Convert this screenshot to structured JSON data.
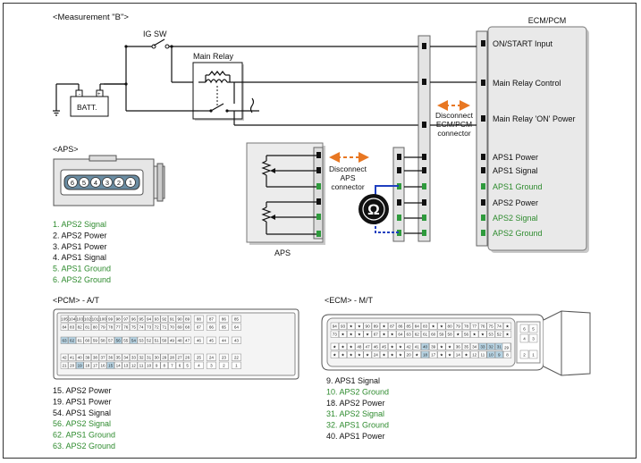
{
  "title": "<Measurement \"B\">",
  "ig_sw": "IG SW",
  "main_relay": "Main Relay",
  "batt": "BATT.",
  "ecm_header": "ECM/PCM",
  "ecm_pins": [
    {
      "label": "ON/START Input",
      "green": false
    },
    {
      "label": "Main Relay Control",
      "green": false
    },
    {
      "label": "Main Relay 'ON' Power",
      "green": false
    },
    {
      "label": "APS1 Power",
      "green": false
    },
    {
      "label": "APS1 Signal",
      "green": false
    },
    {
      "label": "APS1 Ground",
      "green": true
    },
    {
      "label": "APS2 Power",
      "green": false
    },
    {
      "label": "APS2 Signal",
      "green": true
    },
    {
      "label": "APS2 Ground",
      "green": true
    }
  ],
  "disconnect_ecm": [
    "Disconnect",
    "ECM/PCM",
    "connector"
  ],
  "disconnect_aps": [
    "Disconnect",
    "APS",
    "connector"
  ],
  "aps_label": "APS",
  "ohm_symbol": "Ω",
  "aps_connector": {
    "title": "<APS>",
    "pin_numbers": [
      "6",
      "5",
      "4",
      "3",
      "2",
      "1"
    ],
    "legend": [
      {
        "text": "1. APS2 Signal",
        "green": true
      },
      {
        "text": "2. APS2 Power",
        "green": false
      },
      {
        "text": "3. APS1 Power",
        "green": false
      },
      {
        "text": "4. APS1 Signal",
        "green": false
      },
      {
        "text": "5. APS1 Ground",
        "green": true
      },
      {
        "text": "6. APS2 Ground",
        "green": true
      }
    ]
  },
  "pcm_connector": {
    "title": "<PCM> - A/T",
    "rows": [
      [
        "105",
        "104",
        "103",
        "102",
        "101",
        "100",
        "99",
        "98",
        "97",
        "96",
        "95",
        "94",
        "93",
        "92",
        "91",
        "90",
        "89",
        "",
        "88",
        "",
        "87",
        "",
        "86",
        "",
        "85"
      ],
      [
        "84",
        "83",
        "82",
        "81",
        "80",
        "79",
        "78",
        "77",
        "76",
        "75",
        "74",
        "73",
        "72",
        "71",
        "70",
        "69",
        "68",
        "",
        "67",
        "",
        "66",
        "",
        "65",
        "",
        "64"
      ],
      [
        "63",
        "62",
        "61",
        "60",
        "59",
        "58",
        "57",
        "56",
        "55",
        "54",
        "53",
        "52",
        "51",
        "50",
        "49",
        "48",
        "47",
        "",
        "46",
        "",
        "45",
        "",
        "44",
        "",
        "43"
      ],
      [
        "42",
        "41",
        "40",
        "39",
        "38",
        "37",
        "36",
        "35",
        "34",
        "33",
        "32",
        "31",
        "30",
        "29",
        "28",
        "27",
        "26",
        "",
        "25",
        "",
        "24",
        "",
        "23",
        "",
        "22"
      ],
      [
        "21",
        "20",
        "19",
        "18",
        "17",
        "16",
        "15",
        "14",
        "13",
        "12",
        "11",
        "10",
        "9",
        "8",
        "7",
        "6",
        "5",
        "",
        "4",
        "",
        "3",
        "",
        "2",
        "",
        "1"
      ]
    ],
    "highlighted": [
      "63",
      "62",
      "56",
      "54",
      "19",
      "15"
    ],
    "legend": [
      {
        "text": "15. APS2 Power",
        "green": false
      },
      {
        "text": "19. APS1 Power",
        "green": false
      },
      {
        "text": "54. APS1 Signal",
        "green": false
      },
      {
        "text": "56. APS2 Signal",
        "green": true
      },
      {
        "text": "62. APS1 Ground",
        "green": true
      },
      {
        "text": "63. APS2 Ground",
        "green": true
      }
    ]
  },
  "ecm_connector": {
    "title": "<ECM> - M/T",
    "rows": [
      [
        "94",
        "93",
        "★",
        "★",
        "90",
        "89",
        "★",
        "87",
        "86",
        "85",
        "84",
        "83",
        "★",
        "★",
        "80",
        "79",
        "78",
        "77",
        "76",
        "75",
        "74",
        "★"
      ],
      [
        "73",
        "★",
        "★",
        "★",
        "★",
        "67",
        "★",
        "★",
        "64",
        "63",
        "62",
        "61",
        "60",
        "59",
        "58",
        "★",
        "56",
        "★",
        "★",
        "53",
        "52",
        "★"
      ],
      [
        "★",
        "★",
        "★",
        "48",
        "47",
        "46",
        "45",
        "★",
        "★",
        "42",
        "41",
        "40",
        "39",
        "★",
        "★",
        "36",
        "35",
        "34",
        "33",
        "32",
        "31",
        "30"
      ],
      [
        "★",
        "★",
        "★",
        "★",
        "★",
        "24",
        "★",
        "★",
        "★",
        "20",
        "★",
        "18",
        "17",
        "★",
        "★",
        "14",
        "★",
        "12",
        "11",
        "10",
        "9",
        "8"
      ]
    ],
    "side": [
      "6",
      "5",
      "4",
      "3",
      "29",
      "2",
      "1"
    ],
    "highlighted": [
      "40",
      "33",
      "32",
      "31",
      "18",
      "10",
      "9"
    ],
    "legend": [
      {
        "text": "9. APS1 Signal",
        "green": false
      },
      {
        "text": "10. APS2 Ground",
        "green": true
      },
      {
        "text": "18. APS2 Power",
        "green": false
      },
      {
        "text": "31. APS2 Signal",
        "green": true
      },
      {
        "text": "32. APS1 Ground",
        "green": true
      },
      {
        "text": "40. APS1 Power",
        "green": false
      }
    ]
  }
}
